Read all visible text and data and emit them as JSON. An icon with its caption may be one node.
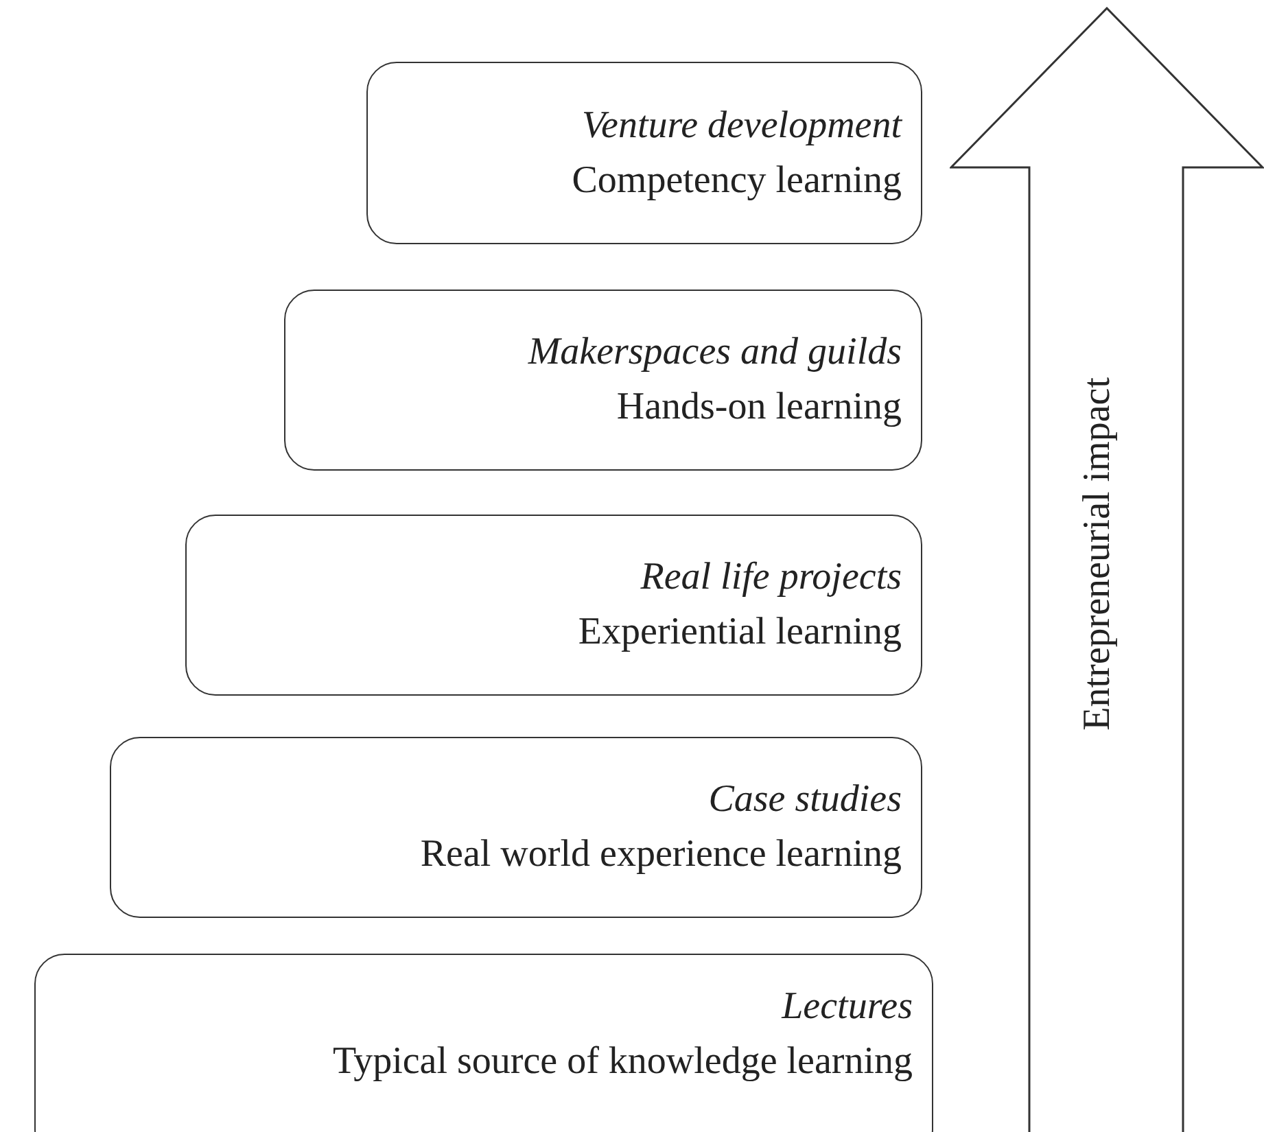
{
  "diagram": {
    "nodes": [
      {
        "text": [
          "Venture development",
          "Competency learning"
        ]
      },
      {
        "text": [
          "Makerspaces and guilds",
          "Hands-on learning"
        ]
      },
      {
        "text": [
          "Real life projects",
          "Experiential learning"
        ]
      },
      {
        "text": [
          "Case studies",
          "Real world experience learning"
        ]
      },
      {
        "text": [
          "Lectures",
          "Typical source of knowledge learning"
        ]
      },
      {
        "text": [
          "Entrepreneurial impact"
        ]
      }
    ],
    "edges": []
  }
}
